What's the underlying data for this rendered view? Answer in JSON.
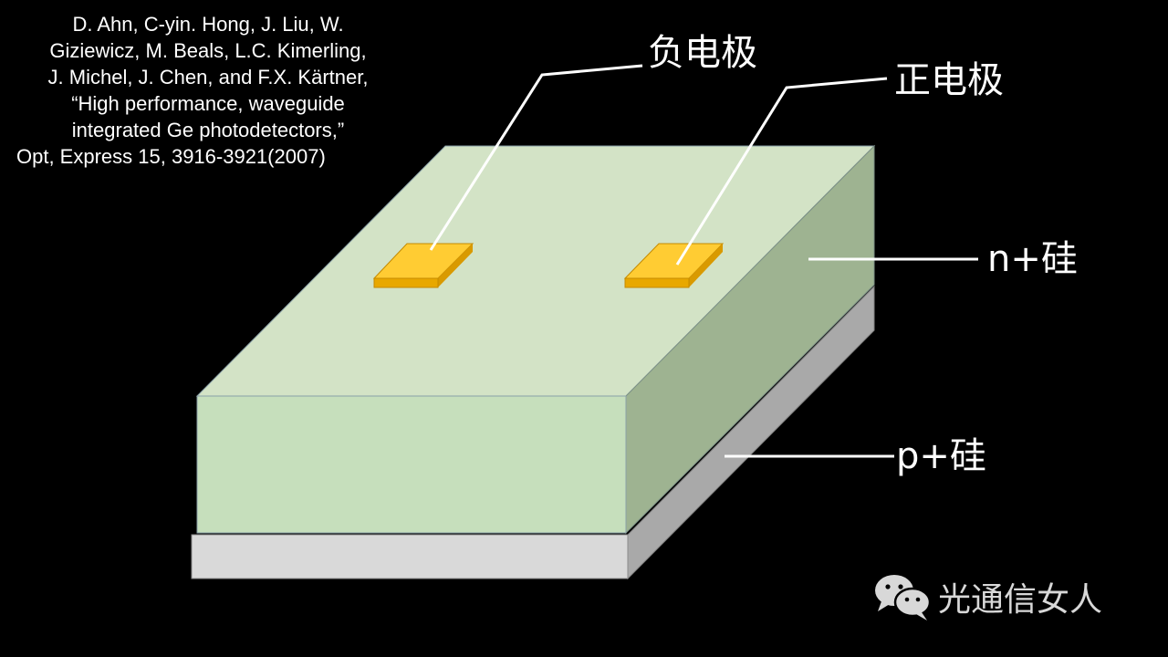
{
  "citation": {
    "lines": [
      "D. Ahn, C-yin. Hong, J. Liu, W.",
      "Giziewicz, M. Beals, L.C. Kimerling,",
      "J. Michel, J. Chen, and F.X. Kärtner,",
      "“High performance, waveguide",
      "integrated Ge photodetectors,”",
      "Opt, Express 15, 3916-3921(2007)"
    ]
  },
  "labels": {
    "negative_electrode": "负电极",
    "positive_electrode": "正电极",
    "n_plus_si": "n+硅",
    "p_plus_si": "p+硅"
  },
  "watermark": {
    "icon": "wechat-icon",
    "text": "光通信女人"
  },
  "colors": {
    "background": "#000000",
    "n_layer_top": "#d3e3c6",
    "n_layer_front": "#c6dfbc",
    "n_layer_side": "#9eb391",
    "p_layer_front": "#d9d9d9",
    "p_layer_side": "#a9a9a9",
    "electrode_top": "#ffcc33",
    "electrode_front": "#e8a800",
    "leader_line": "#ffffff"
  }
}
